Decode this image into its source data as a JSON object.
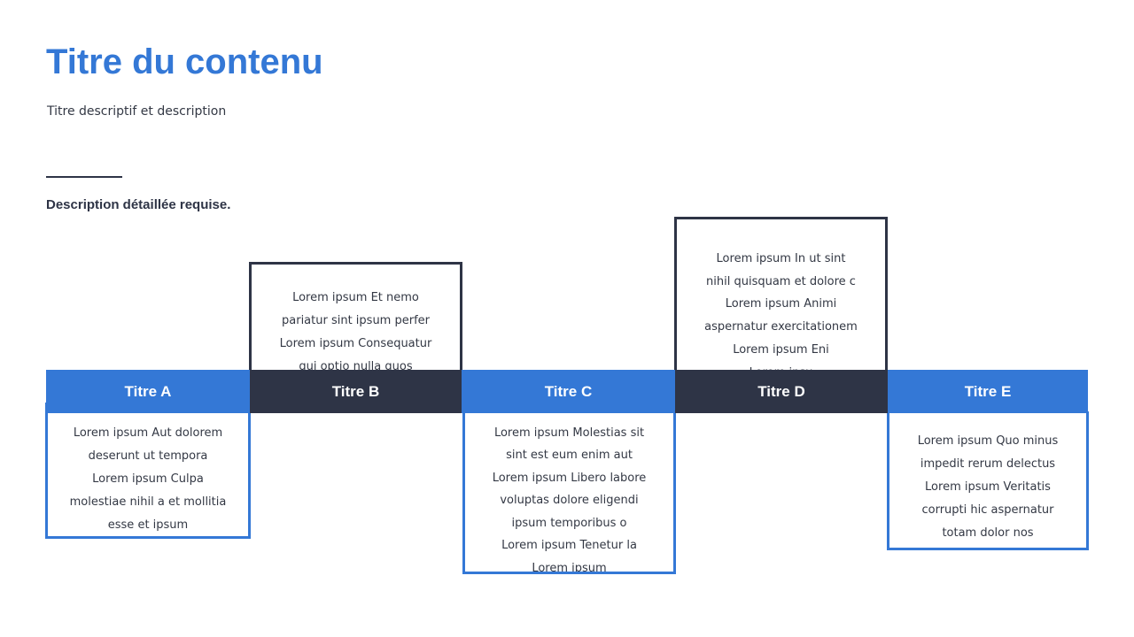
{
  "title": "Titre du contenu",
  "subtitle": "Titre descriptif et description",
  "description": "Description détaillée requise.",
  "colors": {
    "accent": "#3478D6",
    "dark": "#2E3446",
    "text": "#333844"
  },
  "columns": [
    {
      "header": "Titre A",
      "text": "Lorem ipsum Aut dolorem\ndeserunt ut tempora\nLorem ipsum Culpa\nmolestiae nihil a et mollitia\nesse et ipsum"
    },
    {
      "header": "Titre B",
      "text": "Lorem ipsum Et nemo\npariatur sint ipsum perfer\nLorem ipsum Consequatur\nqui optio nulla quos"
    },
    {
      "header": "Titre C",
      "text": "Lorem ipsum Molestias sit\nsint est eum enim aut\nLorem ipsum Libero labore\nvoluptas dolore eligendi\nipsum temporibus o\nLorem ipsum Tenetur la\nLorem ipsum"
    },
    {
      "header": "Titre D",
      "text": "Lorem ipsum In ut sint\nnihil quisquam et dolore c\nLorem ipsum Animi\naspernatur exercitationem\nLorem ipsum Eni\nLorem ipsu"
    },
    {
      "header": "Titre E",
      "text": "Lorem ipsum Quo minus\nimpedit rerum delectus\nLorem ipsum Veritatis\ncorrupti hic aspernatur\ntotam dolor nos"
    }
  ]
}
